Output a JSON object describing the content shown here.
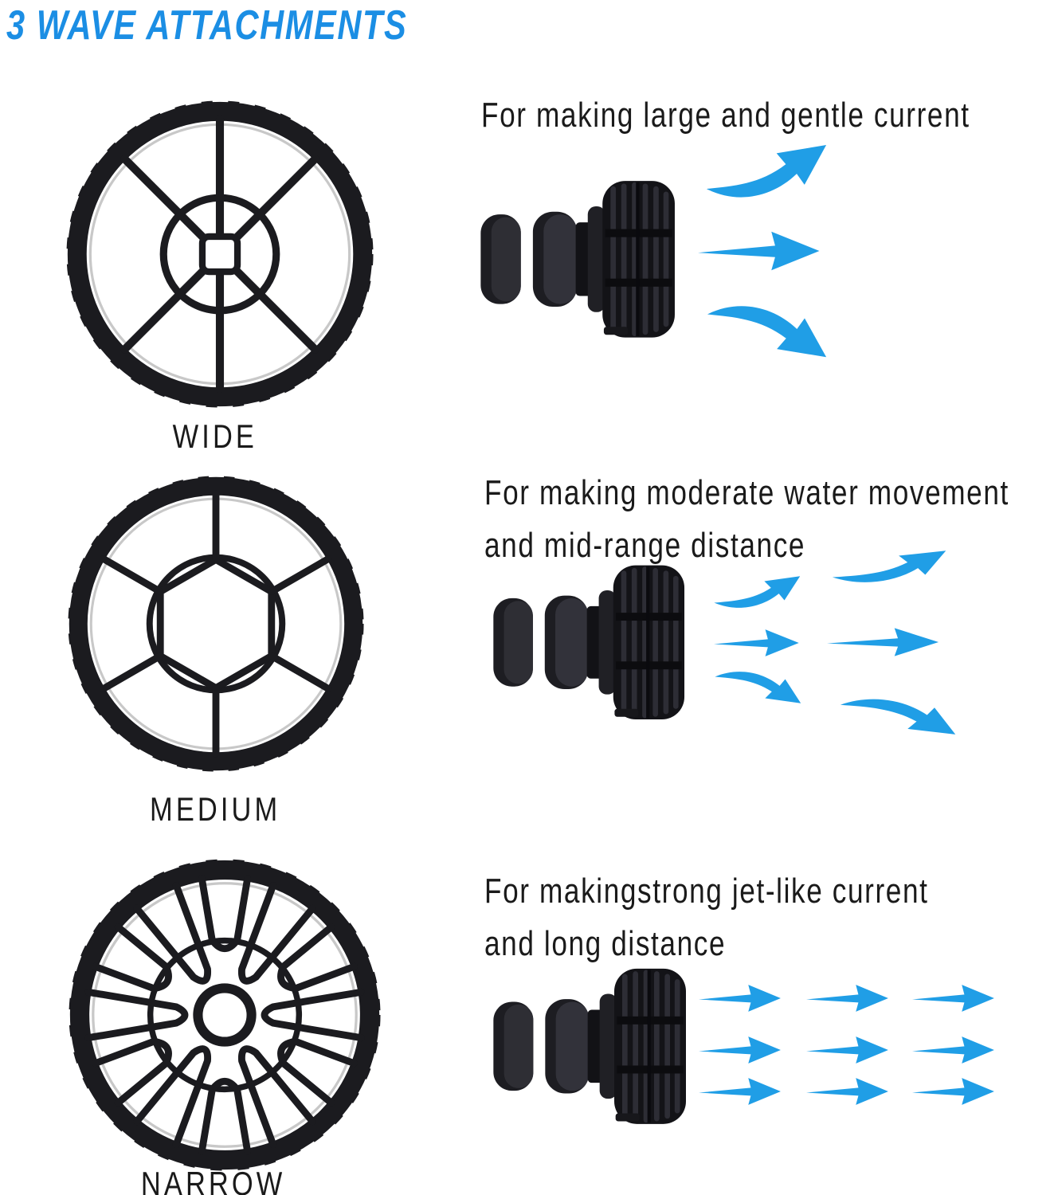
{
  "title": "3 WAVE ATTACHMENTS",
  "colors": {
    "title_blue": "#1b8ee4",
    "arrow_blue": "#209ee6",
    "wheel_black": "#1b1b1f",
    "pump_black": "#17171b",
    "text_black": "#1a1a1a"
  },
  "sections": [
    {
      "attachment": "WIDE",
      "description_lines": [
        "For making large and gentle current"
      ],
      "flow": "three large diverging arrows"
    },
    {
      "attachment": "MEDIUM",
      "description_lines": [
        "For making moderate water movement",
        "and mid-range distance"
      ],
      "flow": "six arrows with moderate spread"
    },
    {
      "attachment": "NARROW",
      "description_lines": [
        "For makingstrong jet-like current",
        "and long distance"
      ],
      "flow": "nine parallel jet arrows"
    }
  ]
}
